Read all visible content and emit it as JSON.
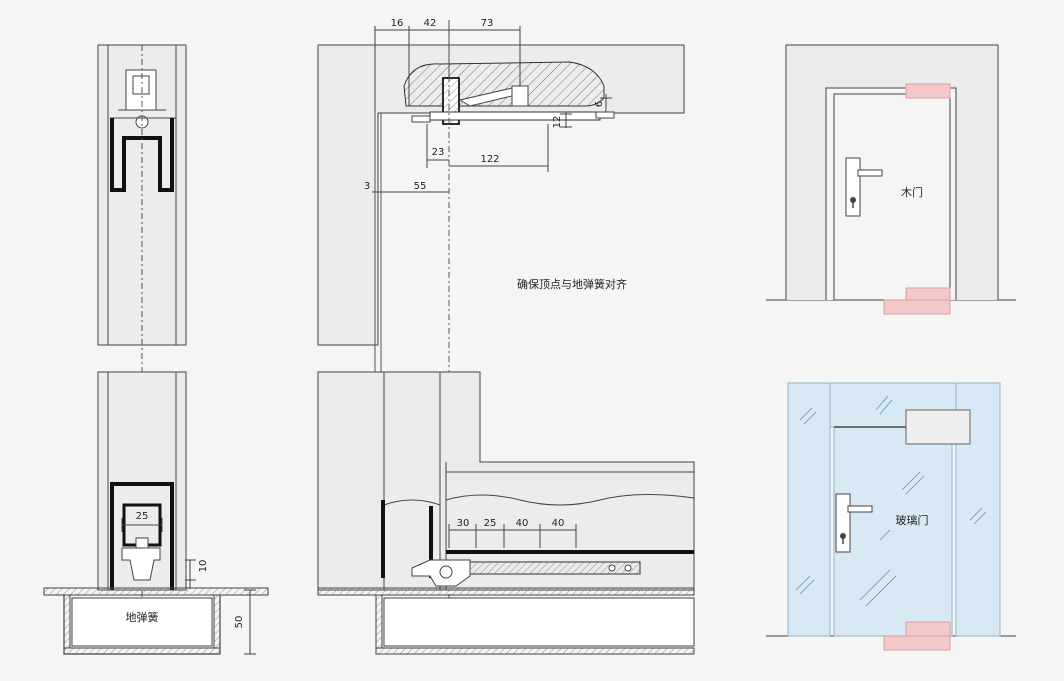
{
  "left_view": {
    "d25": "25",
    "d10": "10",
    "d50": "50",
    "floor_spring_label": "地弹簧"
  },
  "middle_view": {
    "top_dims": {
      "d16": "16",
      "d42": "42",
      "d73": "73",
      "d6": "6",
      "d12": "12"
    },
    "mid_dims": {
      "d23": "23",
      "d122": "122",
      "d3": "3",
      "d55": "55"
    },
    "note": "确保顶点与地弹簧对齐",
    "bottom_dims": {
      "d30": "30",
      "d25": "25",
      "d40a": "40",
      "d40b": "40"
    }
  },
  "right_top": {
    "label": "木门"
  },
  "right_bottom": {
    "label": "玻璃门"
  },
  "colors": {
    "background": "#f5f5f5",
    "wall_fill": "#ececec",
    "line": "#444444",
    "glass": "#d6e9f5",
    "pivot_pink": "#f3c8c8"
  }
}
